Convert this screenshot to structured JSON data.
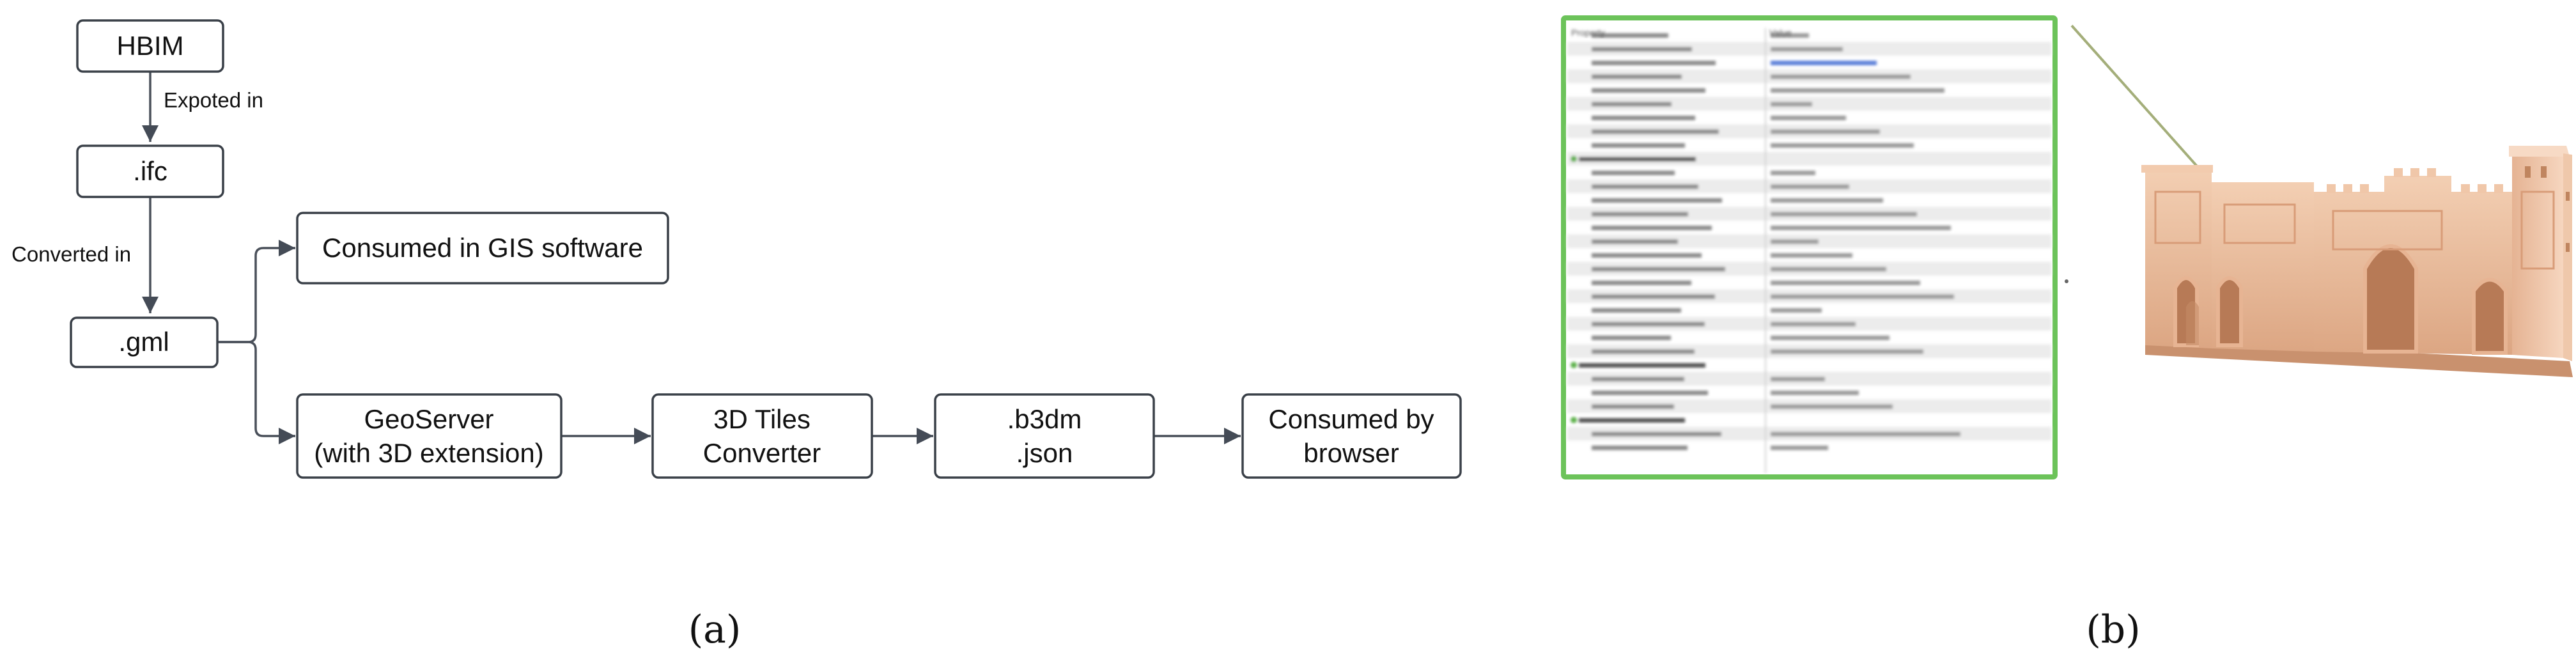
{
  "flowchart": {
    "nodes": {
      "hbim": "HBIM",
      "ifc": ".ifc",
      "gml": ".gml",
      "gis": "Consumed in GIS software",
      "geoserver_line1": "GeoServer",
      "geoserver_line2": "(with 3D extension)",
      "tiles_line1": "3D Tiles",
      "tiles_line2": "Converter",
      "b3dm_line1": ".b3dm",
      "b3dm_line2": ".json",
      "browser_line1": "Consumed by",
      "browser_line2": "browser"
    },
    "edge_labels": {
      "hbim_to_ifc": "Expoted in",
      "ifc_to_gml": "Converted in"
    }
  },
  "panel_b": {
    "properties_header": {
      "col1": "Property",
      "col2": "Value"
    },
    "border_color": "#6cc35a",
    "model_color": "#eab897"
  },
  "captions": {
    "a": "(a)",
    "b": "(b)"
  }
}
